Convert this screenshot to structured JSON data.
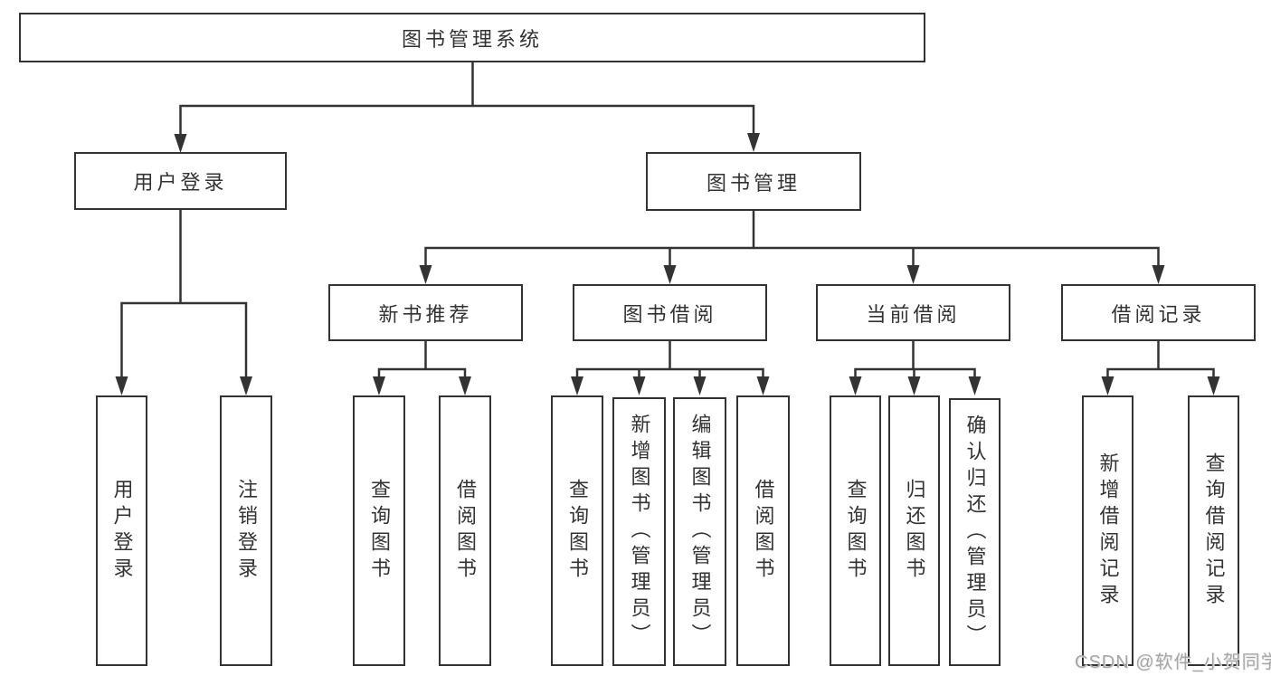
{
  "title": {
    "label": "图书管理系统"
  },
  "user_login": {
    "label": "用户登录",
    "children": [
      {
        "label": "用户登录"
      },
      {
        "label": "注销登录"
      }
    ]
  },
  "book_mgmt": {
    "label": "图书管理",
    "modules": [
      {
        "label": "新书推荐",
        "children": [
          {
            "label": "查询图书"
          },
          {
            "label": "借阅图书"
          }
        ]
      },
      {
        "label": "图书借阅",
        "children": [
          {
            "label": "查询图书"
          },
          {
            "label": "新增图书（管理员）"
          },
          {
            "label": "编辑图书（管理员）"
          },
          {
            "label": "借阅图书"
          }
        ]
      },
      {
        "label": "当前借阅",
        "children": [
          {
            "label": "查询图书"
          },
          {
            "label": "归还图书"
          },
          {
            "label": "确认归还（管理员）"
          }
        ]
      },
      {
        "label": "借阅记录",
        "children": [
          {
            "label": "新增借阅记录"
          },
          {
            "label": "查询借阅记录"
          }
        ]
      }
    ]
  },
  "watermark": {
    "text": "CSDN @软件_小贺同学"
  },
  "colors": {
    "line": "#333333",
    "border": "#333333",
    "text": "#333333",
    "background": "#ffffff",
    "watermark": "#a6a6a6"
  }
}
